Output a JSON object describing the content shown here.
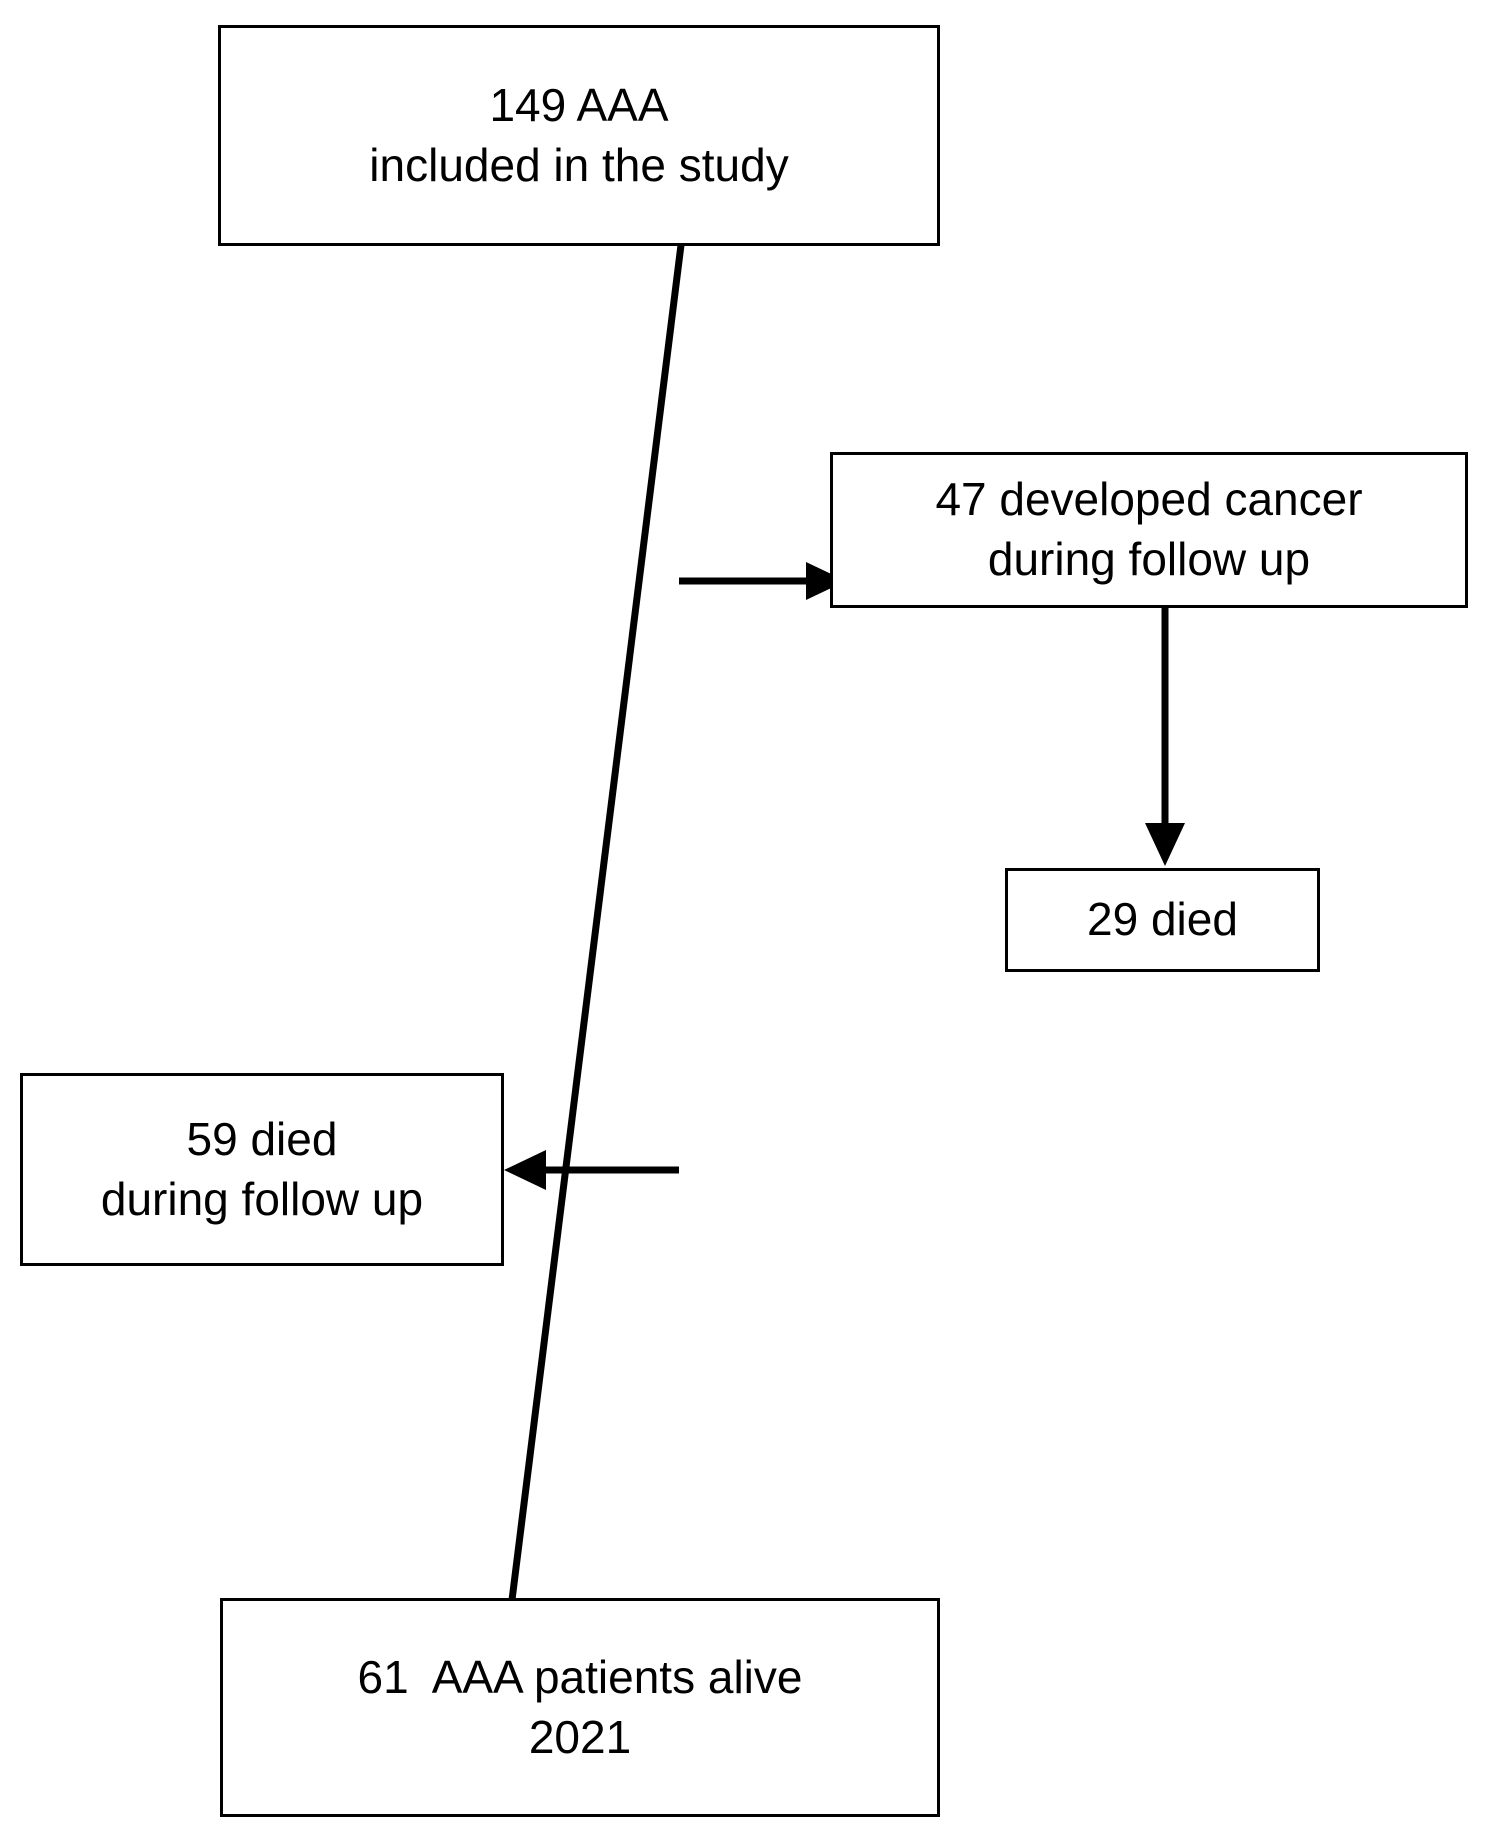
{
  "diagram": {
    "type": "flowchart",
    "orientation": "vertical-trunk-with-side-branches",
    "title": "",
    "nodes": [
      {
        "id": "included",
        "lines": [
          "149 AAA",
          "included in the study"
        ],
        "count": 149,
        "label": "149 AAA included in the study"
      },
      {
        "id": "cancer",
        "lines": [
          "47 developed cancer",
          "during follow up"
        ],
        "count": 47,
        "label": "47 developed cancer during follow up"
      },
      {
        "id": "cancer_died",
        "lines": [
          "29 died"
        ],
        "count": 29,
        "label": "29 died"
      },
      {
        "id": "died_fu",
        "lines": [
          "59 died",
          "during follow up"
        ],
        "count": 59,
        "label": "59 died during follow up"
      },
      {
        "id": "alive",
        "lines": [
          "61  AAA patients alive",
          "2021"
        ],
        "count": 61,
        "year": "2021",
        "label": "61 AAA patients alive 2021"
      }
    ],
    "edges": [
      {
        "from": "included",
        "to": "cancer",
        "direction": "right",
        "arrow": true
      },
      {
        "from": "cancer",
        "to": "cancer_died",
        "direction": "down",
        "arrow": true
      },
      {
        "from": "included",
        "to": "died_fu",
        "direction": "left",
        "arrow": true
      },
      {
        "from": "included",
        "to": "alive",
        "direction": "down",
        "arrow": false
      }
    ],
    "colors": {
      "stroke": "#000000",
      "background": "#ffffff",
      "text": "#000000"
    }
  }
}
